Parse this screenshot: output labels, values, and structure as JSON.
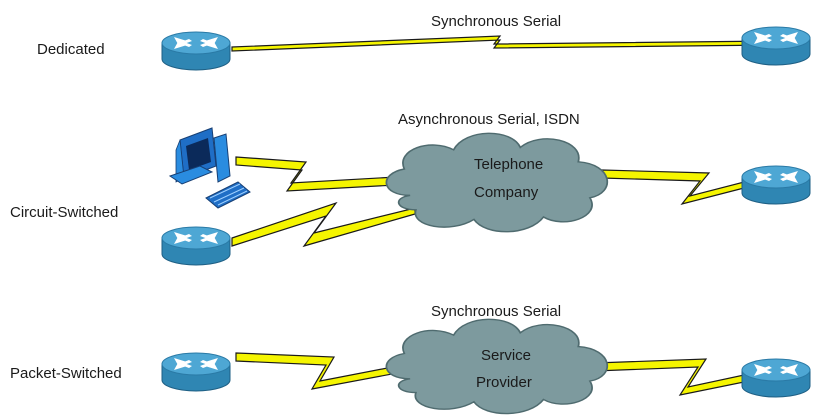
{
  "rows": {
    "dedicated": {
      "label": "Dedicated",
      "link_label": "Synchronous Serial"
    },
    "circuit": {
      "label": "Circuit-Switched",
      "link_label": "Asynchronous Serial, ISDN",
      "cloud_lines": [
        "Telephone",
        "Company"
      ]
    },
    "packet": {
      "label": "Packet-Switched",
      "link_label": "Synchronous Serial",
      "cloud_lines": [
        "Service",
        "Provider"
      ]
    }
  },
  "icons": [
    "router-icon",
    "workstation-icon",
    "cloud-icon",
    "serial-link-bolt"
  ],
  "colors": {
    "router": "#2f86b3",
    "cloud": "#7d9a9e",
    "link": "#f5f500"
  }
}
